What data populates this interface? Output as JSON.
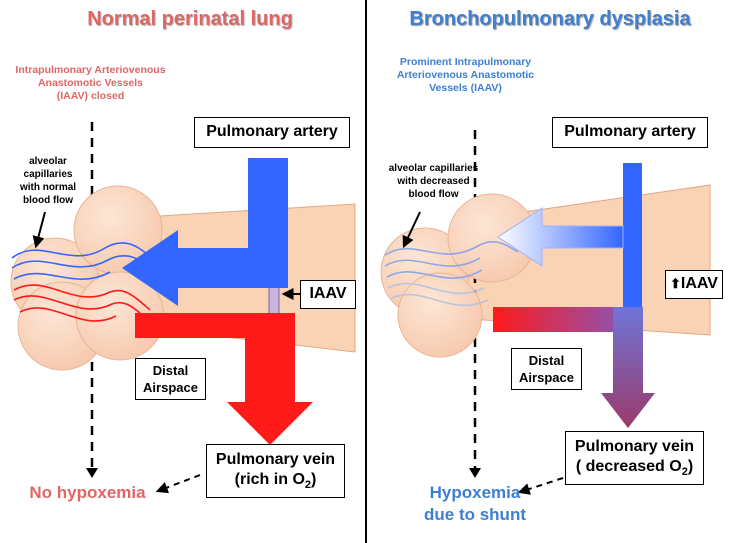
{
  "left": {
    "title": "Normal perinatal lung",
    "vessel_note": [
      "Intrapulmonary Arteriovenous",
      "Anastomotic Vessels",
      "(IAAV) closed"
    ],
    "capillary_note": [
      "alveolar",
      "capillaries",
      "with normal",
      "blood flow"
    ],
    "artery_label": "Pulmonary artery",
    "iaav_label": "IAAV",
    "airspace_label": [
      "Distal",
      "Airspace"
    ],
    "vein_label_line1": "Pulmonary vein",
    "vein_label_line2_prefix": "(rich in O",
    "vein_label_line2_sub": "2",
    "vein_label_line2_suffix": ")",
    "outcome": "No hypoxemia"
  },
  "right": {
    "title": "Bronchopulmonary dysplasia",
    "vessel_note": [
      "Prominent  Intrapulmonary",
      "Arteriovenous Anastomotic",
      "Vessels (IAAV)"
    ],
    "capillary_note": [
      "alveolar capillaries",
      "with decreased",
      "blood flow"
    ],
    "artery_label": "Pulmonary artery",
    "iaav_arrow_glyph": "⬆",
    "iaav_label": "IAAV",
    "airspace_label": [
      "Distal",
      "Airspace"
    ],
    "vein_label_line1": "Pulmonary vein",
    "vein_label_line2_prefix": "( decreased O",
    "vein_label_line2_sub": "2",
    "vein_label_line2_suffix": ")",
    "outcome": [
      "Hypoxemia",
      "due to shunt"
    ]
  },
  "colors": {
    "title_red": "#e06666",
    "title_blue": "#3d7fd0",
    "artery_blue": "#3366ff",
    "vein_red": "#ff1a1a",
    "mixed_purple": "#8e4a84",
    "tissue": "#fad2b4",
    "alveolus": "#fcdcc8"
  }
}
